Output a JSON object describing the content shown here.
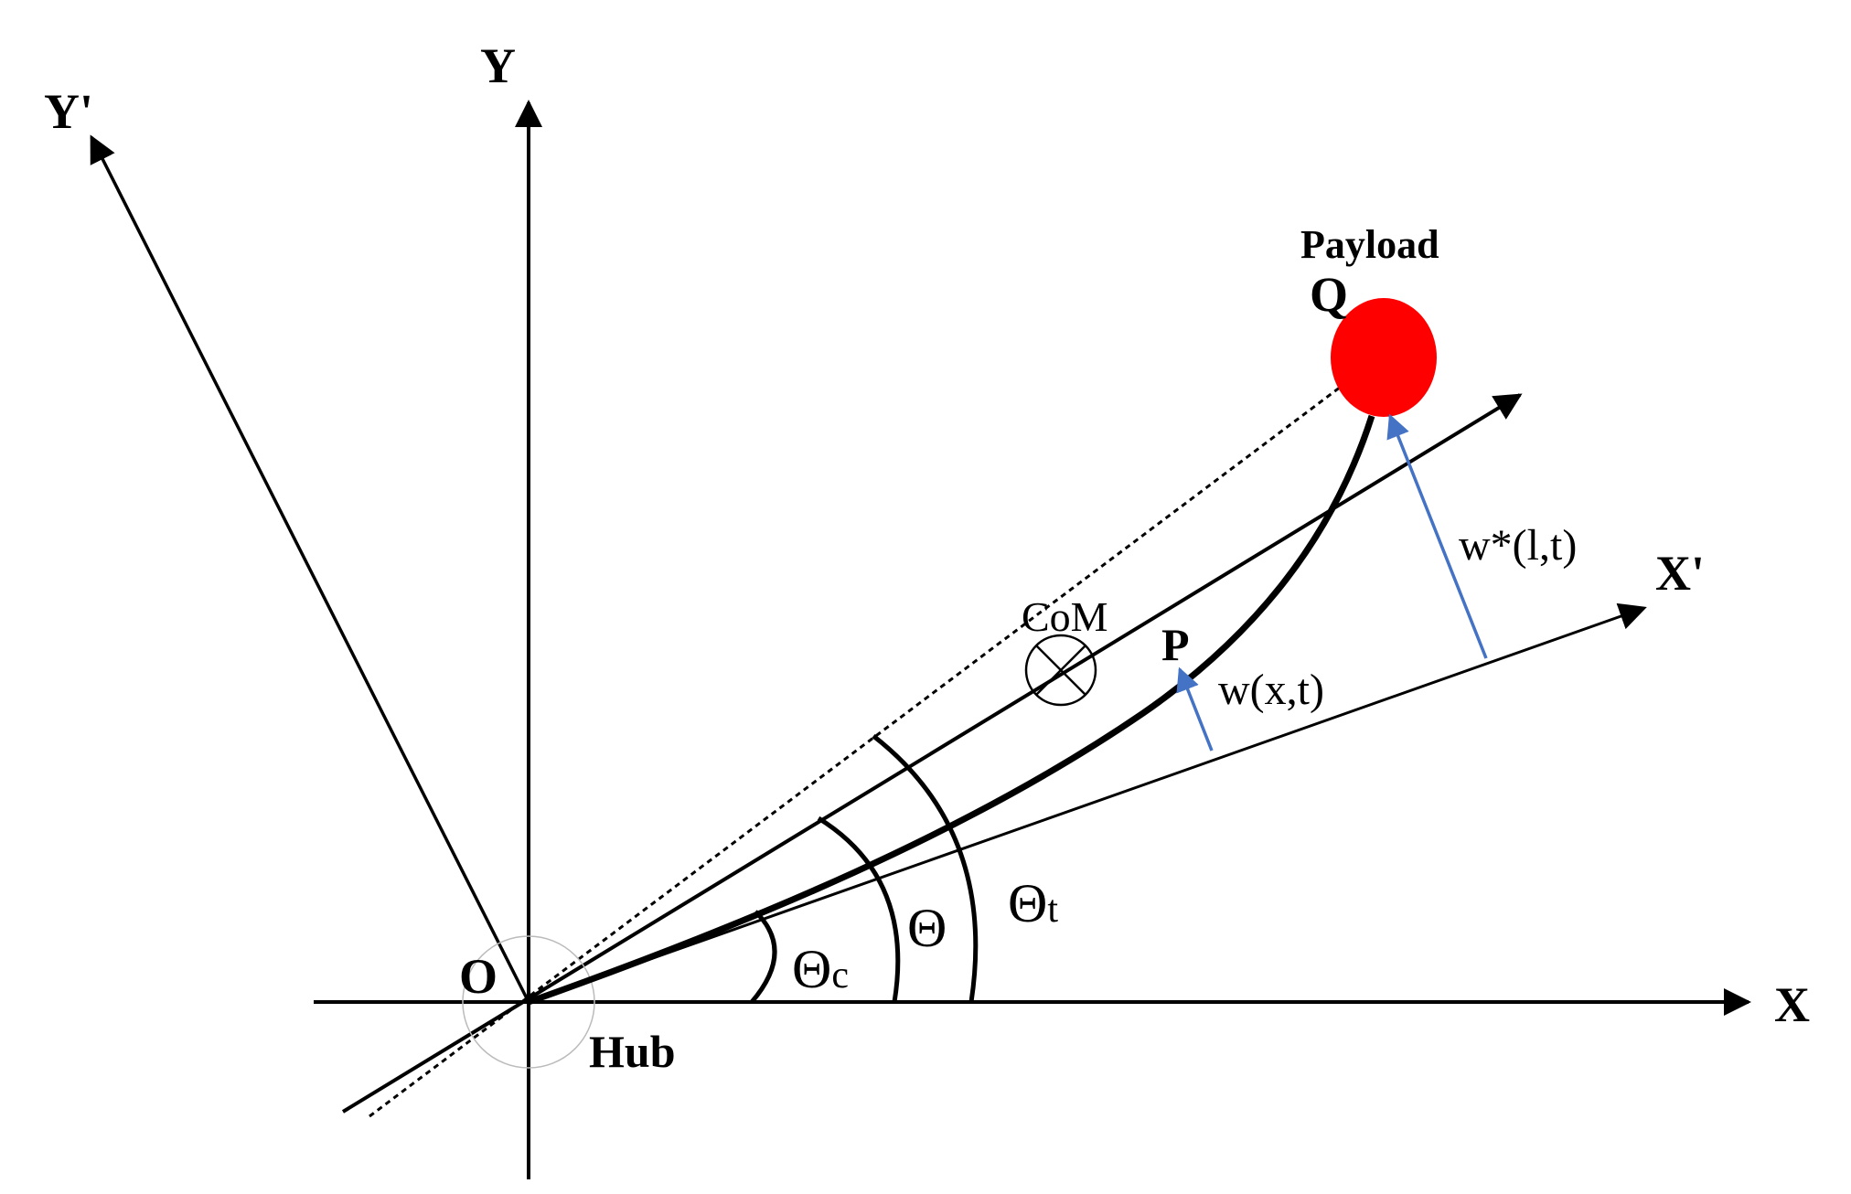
{
  "labels": {
    "y_axis": "Y",
    "y_prime_axis": "Y'",
    "x_axis": "X",
    "x_prime_axis": "X'",
    "payload": "Payload",
    "point_q": "Q",
    "point_p": "P",
    "point_o": "O",
    "hub": "Hub",
    "center_of_mass": "CoM",
    "deflection_tip": "w*(l,t)",
    "deflection": "w(x,t)",
    "theta_c_symbol": "Θ",
    "theta_c_sub": "c",
    "theta": "Θ",
    "theta_t_symbol": "Θ",
    "theta_t_sub": "t"
  },
  "colors": {
    "payload": "#ff0000",
    "deflection_arrow": "#4472c4",
    "line": "#000000"
  }
}
